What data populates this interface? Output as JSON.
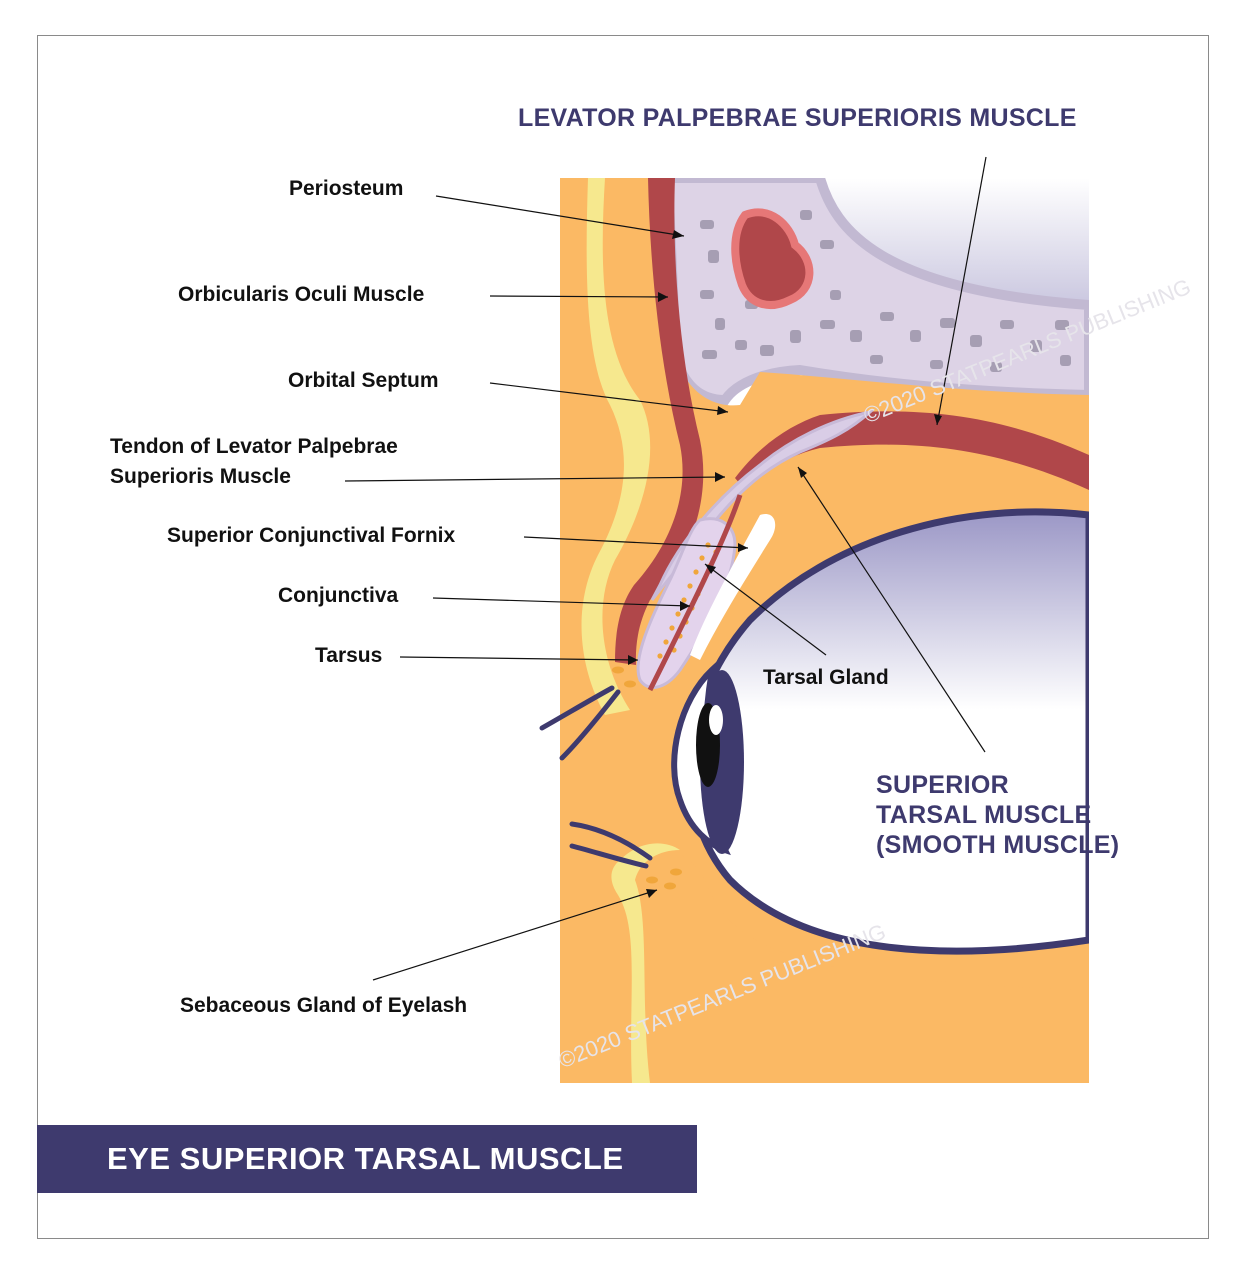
{
  "title": "LEVATOR PALPEBRAE SUPERIORIS MUSCLE",
  "labels": {
    "periosteum": "Periosteum",
    "orbicularis": "Orbicularis Oculi Muscle",
    "septum": "Orbital Septum",
    "tendon_1": "Tendon of Levator Palpebrae",
    "tendon_2": "Superioris Muscle",
    "fornix": "Superior Conjunctival Fornix",
    "conjunctiva": "Conjunctiva",
    "tarsus": "Tarsus",
    "tarsal_gland": "Tarsal Gland",
    "sebaceous": "Sebaceous Gland of Eyelash"
  },
  "superior_tarsal": {
    "line1": "SUPERIOR",
    "line2": "TARSAL MUSCLE",
    "line3": "(SMOOTH MUSCLE)"
  },
  "banner": "EYE SUPERIOR TARSAL MUSCLE",
  "watermark": "©2020 STATPEARLS PUBLISHING",
  "colors": {
    "accent": "#3e3a6e",
    "skin": "#fbb964",
    "skin_edge": "#f6e88e",
    "muscle": "#b0474a",
    "bone": "#ddd3e6",
    "eye_bg": "#a9a4cf"
  }
}
